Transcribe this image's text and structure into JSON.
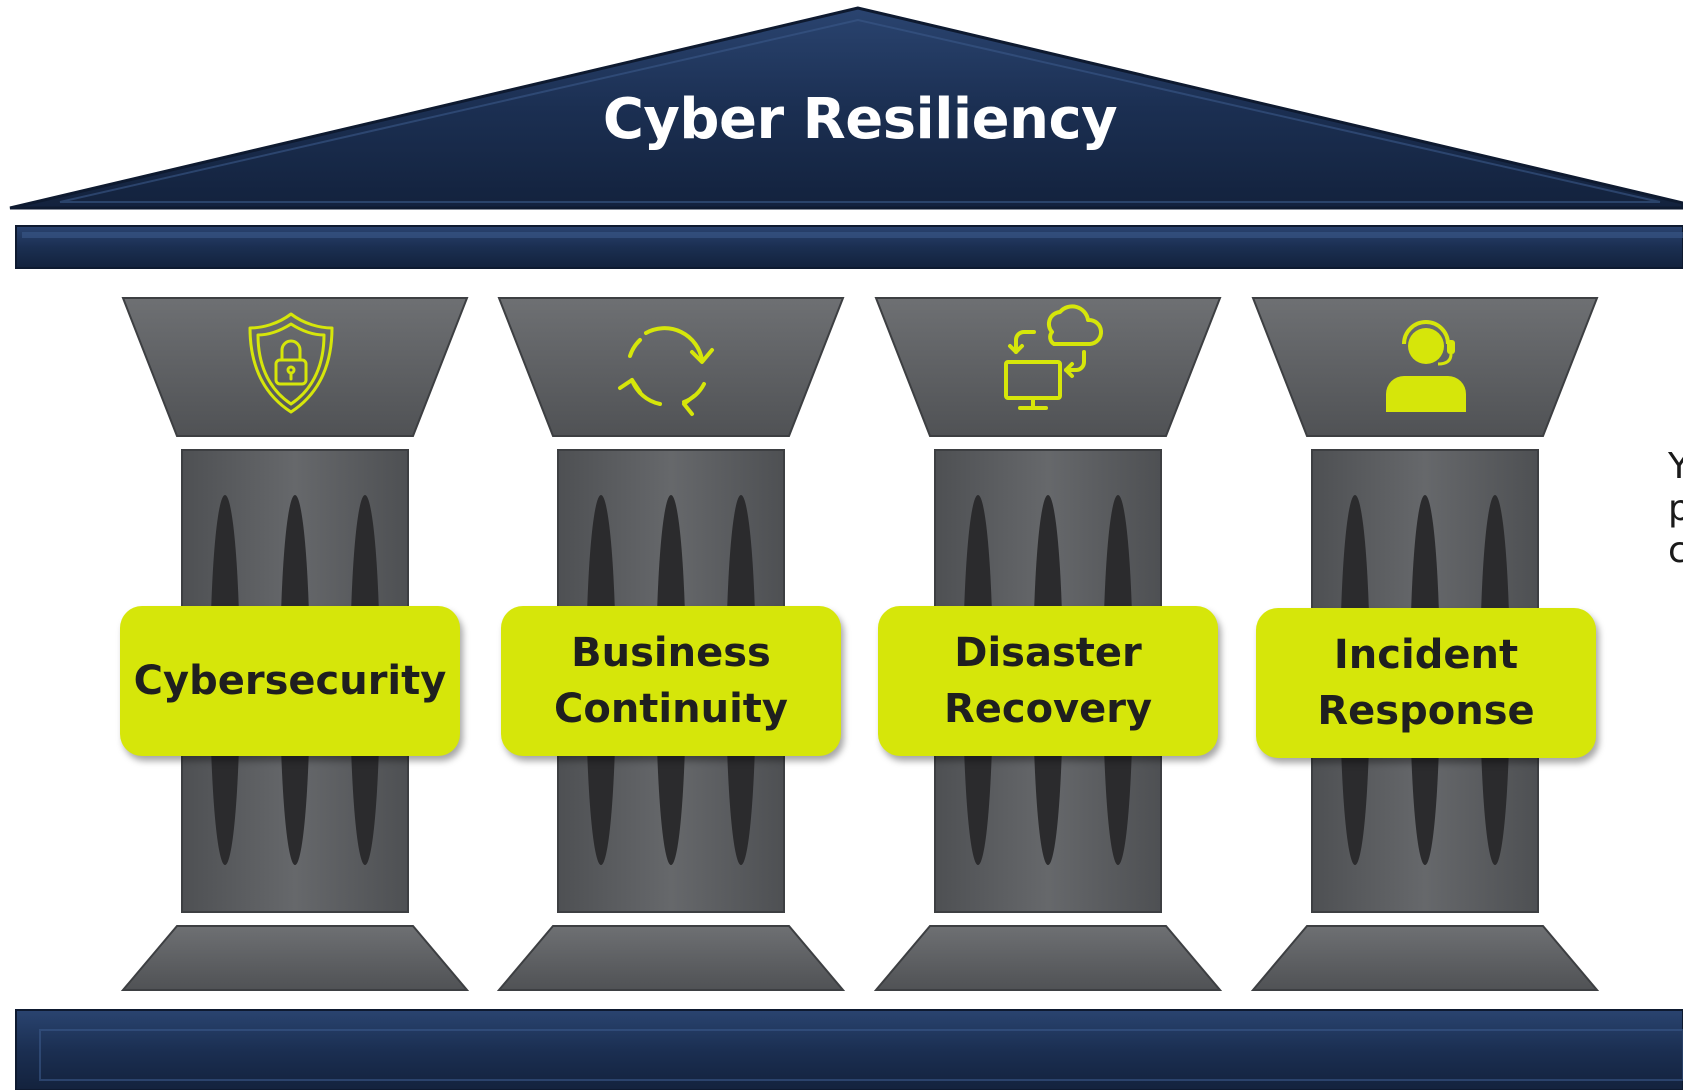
{
  "roof": {
    "title": "Cyber Resiliency"
  },
  "pillars": [
    {
      "label": "Cybersecurity",
      "icon": "shield-lock-icon"
    },
    {
      "label": "Business\nContinuity",
      "icon": "refresh-cycle-icon"
    },
    {
      "label": "Disaster\nRecovery",
      "icon": "cloud-sync-monitor-icon"
    },
    {
      "label": "Incident\nResponse",
      "icon": "support-agent-icon"
    }
  ],
  "side_text": {
    "lines": [
      "Y",
      "p",
      "c"
    ]
  },
  "colors": {
    "navy": "#1b2f52",
    "pillar_gray": "#5f6164",
    "flute_dark": "#2b2b2d",
    "accent_lime": "#d6e60a",
    "text_dark": "#1f1f1f"
  }
}
